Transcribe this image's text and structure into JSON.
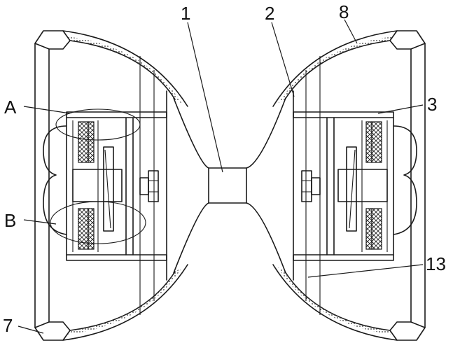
{
  "labels": {
    "l1": "1",
    "l2": "2",
    "l8": "8",
    "l3": "3",
    "lA": "A",
    "lB": "B",
    "l13": "13",
    "l7": "7"
  }
}
